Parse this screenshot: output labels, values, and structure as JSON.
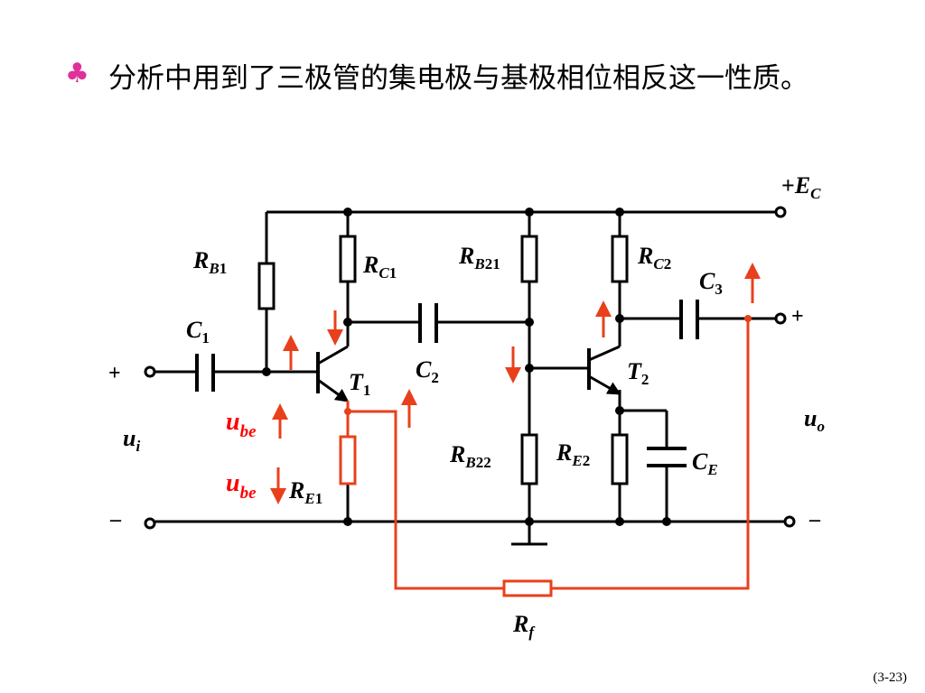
{
  "bullet": {
    "symbol": "♣",
    "text": "分析中用到了三极管的集电极与基极相位相反这一性质。"
  },
  "circuit": {
    "supply": {
      "sign": "+",
      "main": "E",
      "sub": "C"
    },
    "components": {
      "RB1": {
        "main": "R",
        "sub": "B",
        "num": "1"
      },
      "RC1": {
        "main": "R",
        "sub": "C",
        "num": "1"
      },
      "RB21": {
        "main": "R",
        "sub": "B",
        "num": "21"
      },
      "RC2": {
        "main": "R",
        "sub": "C",
        "num": "2"
      },
      "RB22": {
        "main": "R",
        "sub": "B",
        "num": "22"
      },
      "RE2": {
        "main": "R",
        "sub": "E",
        "num": "2"
      },
      "RE1": {
        "main": "R",
        "sub": "E",
        "num": "1"
      },
      "C1": {
        "main": "C",
        "num": "1"
      },
      "C2": {
        "main": "C",
        "num": "2"
      },
      "C3": {
        "main": "C",
        "num": "3"
      },
      "CE": {
        "main": "C",
        "sub": "E"
      },
      "T1": {
        "main": "T",
        "num": "1"
      },
      "T2": {
        "main": "T",
        "num": "2"
      },
      "Rf": {
        "main": "R",
        "sub": "f"
      }
    },
    "signals": {
      "ui": {
        "main": "u",
        "sub": "i"
      },
      "uo": {
        "main": "u",
        "sub": "o"
      },
      "ube_top": {
        "main": "u",
        "sub": "be"
      },
      "ube_bottom": {
        "main": "u",
        "sub": "be"
      }
    },
    "terminals": {
      "in_plus": "+",
      "in_minus": "–",
      "out_plus": "+",
      "out_minus": "–"
    },
    "colors": {
      "wire": "#000000",
      "feedback": "#e8401c",
      "label_red": "#ff0000"
    }
  },
  "page_number": "(3-23)"
}
